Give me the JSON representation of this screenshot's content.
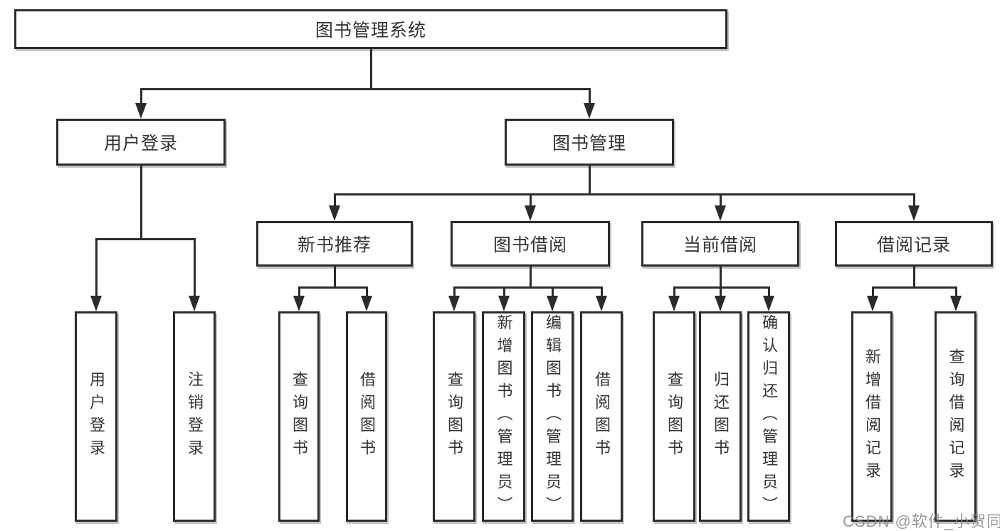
{
  "diagram": {
    "title": "图书管理系统",
    "level2": {
      "user_login": "用户登录",
      "book_management": "图书管理"
    },
    "level3": {
      "new_book_recommend": "新书推荐",
      "book_borrowing": "图书借阅",
      "current_borrowing": "当前借阅",
      "borrowing_records": "借阅记录"
    },
    "leaves": {
      "user_login": [
        "用户登录",
        "注销登录"
      ],
      "new_book_recommend": [
        "查询图书",
        "借阅图书"
      ],
      "book_borrowing": [
        "查询图书",
        "新增图书（管理员）",
        "编辑图书（管理员）",
        "借阅图书"
      ],
      "current_borrowing": [
        "查询图书",
        "归还图书",
        "确认归还（管理员）"
      ],
      "borrowing_records": [
        "新增借阅记录",
        "查询借阅记录"
      ]
    }
  },
  "watermark": "CSDN @软件_小贺同学",
  "colors": {
    "line": "#2b2b2b",
    "text": "#333333",
    "watermark": "#868686",
    "background": "#ffffff"
  }
}
